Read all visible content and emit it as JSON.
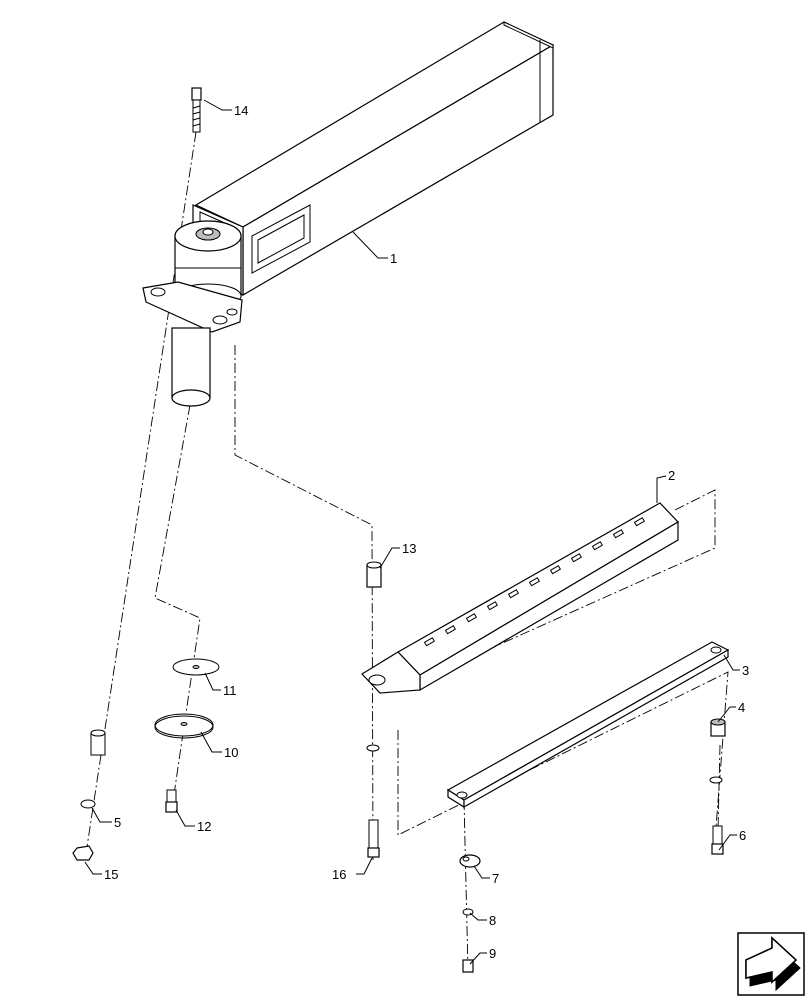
{
  "callouts": [
    {
      "id": "1",
      "label": "1"
    },
    {
      "id": "2",
      "label": "2"
    },
    {
      "id": "3",
      "label": "3"
    },
    {
      "id": "4",
      "label": "4"
    },
    {
      "id": "5",
      "label": "5"
    },
    {
      "id": "6",
      "label": "6"
    },
    {
      "id": "7",
      "label": "7"
    },
    {
      "id": "8",
      "label": "8"
    },
    {
      "id": "9",
      "label": "9"
    },
    {
      "id": "10",
      "label": "10"
    },
    {
      "id": "11",
      "label": "11"
    },
    {
      "id": "12",
      "label": "12"
    },
    {
      "id": "13",
      "label": "13"
    },
    {
      "id": "14",
      "label": "14"
    },
    {
      "id": "15",
      "label": "15"
    },
    {
      "id": "16",
      "label": "16"
    }
  ],
  "icons": {
    "navigation": "next-page-arrow-icon"
  }
}
